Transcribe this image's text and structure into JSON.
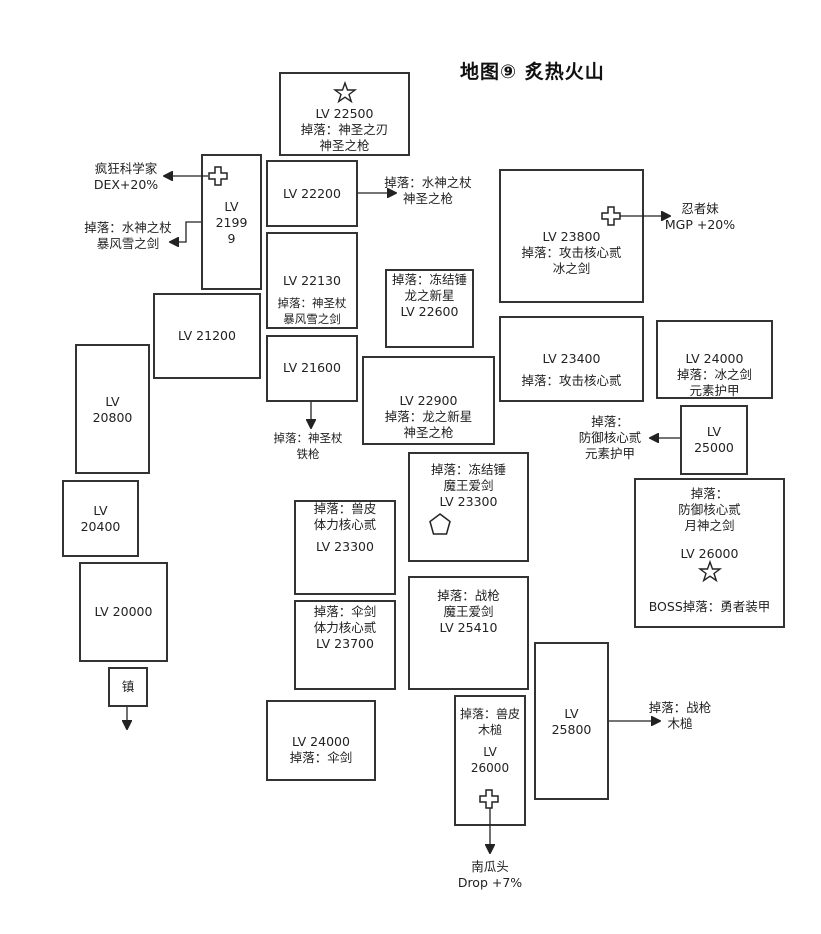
{
  "title": "地图⑨ 炙热火山",
  "rooms": {
    "r22500": {
      "level": "LV 22500",
      "drop1": "掉落：神圣之刃",
      "drop2": "神圣之枪"
    },
    "r22200": {
      "level": "LV 22200",
      "out_drop1": "掉落：水神之杖",
      "out_drop2": "神圣之枪"
    },
    "r21999": {
      "l1": "LV",
      "l2": "2199",
      "l3": "9",
      "left1_a": "疯狂科学家",
      "left1_b": "DEX+20%",
      "left2_a": "掉落：水神之杖",
      "left2_b": "暴风雪之剑"
    },
    "r22130": {
      "level": "LV 22130",
      "drop1": "掉落：神圣杖",
      "drop2": "暴风雪之剑"
    },
    "r21200": {
      "level": "LV 21200"
    },
    "r21600": {
      "level": "LV 21600",
      "out_drop1": "掉落：神圣杖",
      "out_drop2": "铁枪"
    },
    "r20800": {
      "l1": "LV",
      "l2": "20800"
    },
    "r20400": {
      "l1": "LV",
      "l2": "20400"
    },
    "r20000": {
      "level": "LV 20000"
    },
    "town": {
      "label": "镇"
    },
    "r22600": {
      "drop1": "掉落：冻结锤",
      "drop2": "龙之新星",
      "level": "LV 22600"
    },
    "r22900": {
      "level": "LV 22900",
      "drop1": "掉落：龙之新星",
      "drop2": "神圣之枪"
    },
    "r23800": {
      "level": "LV 23800",
      "drop1": "掉落：攻击核心贰",
      "drop2": "冰之剑",
      "right1": "忍者妹",
      "right2": "MGP +20%"
    },
    "r23400": {
      "level": "LV 23400",
      "drop1": "掉落：攻击核心贰"
    },
    "r24000a": {
      "level": "LV 24000",
      "drop1": "掉落：冰之剑",
      "drop2": "元素护甲"
    },
    "r25000": {
      "l1": "LV",
      "l2": "25000",
      "left1": "掉落：",
      "left2": "防御核心贰",
      "left3": "元素护甲"
    },
    "r26000a": {
      "drop0": "掉落：",
      "drop1": "防御核心贰",
      "drop2": "月神之剑",
      "level": "LV 26000",
      "boss": "BOSS掉落：勇者装甲"
    },
    "r23300a": {
      "drop1": "掉落：冻结锤",
      "drop2": "魔王爱剑",
      "level": "LV 23300"
    },
    "r23300b": {
      "drop1": "掉落：兽皮",
      "drop2": "体力核心贰",
      "level": "LV 23300"
    },
    "r23700": {
      "drop1": "掉落：伞剑",
      "drop2": "体力核心贰",
      "level": "LV 23700"
    },
    "r25410": {
      "drop1": "掉落：战枪",
      "drop2": "魔王爱剑",
      "level": "LV 25410"
    },
    "r24000b": {
      "level": "LV 24000",
      "drop1": "掉落：伞剑"
    },
    "r26000b": {
      "drop1": "掉落：兽皮",
      "drop2": "木槌",
      "l1": "LV",
      "l2": "26000",
      "below1": "南瓜头",
      "below2": "Drop +7%"
    },
    "r25800": {
      "l1": "LV",
      "l2": "25800",
      "right1": "掉落：战枪",
      "right2": "木槌"
    }
  }
}
